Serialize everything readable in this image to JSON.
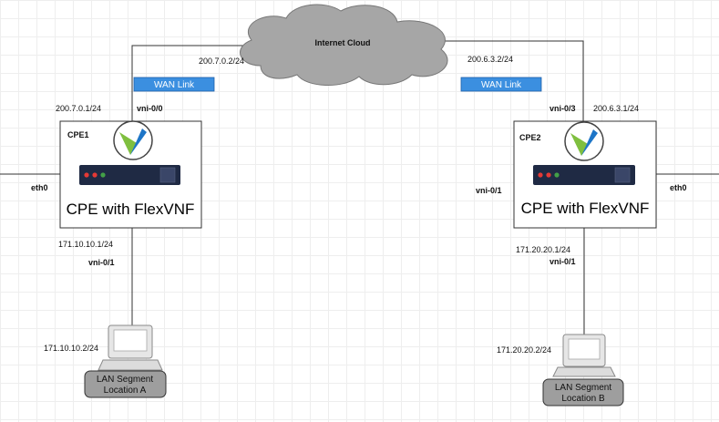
{
  "cloud": {
    "label": "Internet Cloud"
  },
  "wan_label": "WAN Link",
  "cpe1": {
    "name": "CPE1",
    "title": "CPE with FlexVNF",
    "wan_ip": "200.7.0.1/24",
    "wan_port": "vni-0/0",
    "cloud_side_ip": "200.7.0.2/24",
    "eth_label": "eth0",
    "lan_ip": "171.10.10.1/24",
    "lan_port": "vni-0/1"
  },
  "cpe2": {
    "name": "CPE2",
    "title": "CPE with FlexVNF",
    "wan_ip": "200.6.3.1/24",
    "wan_port": "vni-0/3",
    "cloud_side_ip": "200.6.3.2/24",
    "eth_label": "eth0",
    "side_port": "vni-0/1",
    "lan_ip": "171.20.20.1/24",
    "lan_port": "vni-0/1"
  },
  "host_a": {
    "ip": "171.10.10.2/24",
    "label_line1": "LAN Segment",
    "label_line2": "Location A"
  },
  "host_b": {
    "ip": "171.20.20.2/24",
    "label_line1": "LAN Segment",
    "label_line2": "Location B"
  },
  "colors": {
    "wan_badge": "#3b8fe0",
    "cloud_fill": "#a6a6a6",
    "router_body": "#1f2a44",
    "lan_box": "#9e9e9e",
    "logo_green": "#7fbf3f",
    "logo_blue": "#1d75c7"
  }
}
